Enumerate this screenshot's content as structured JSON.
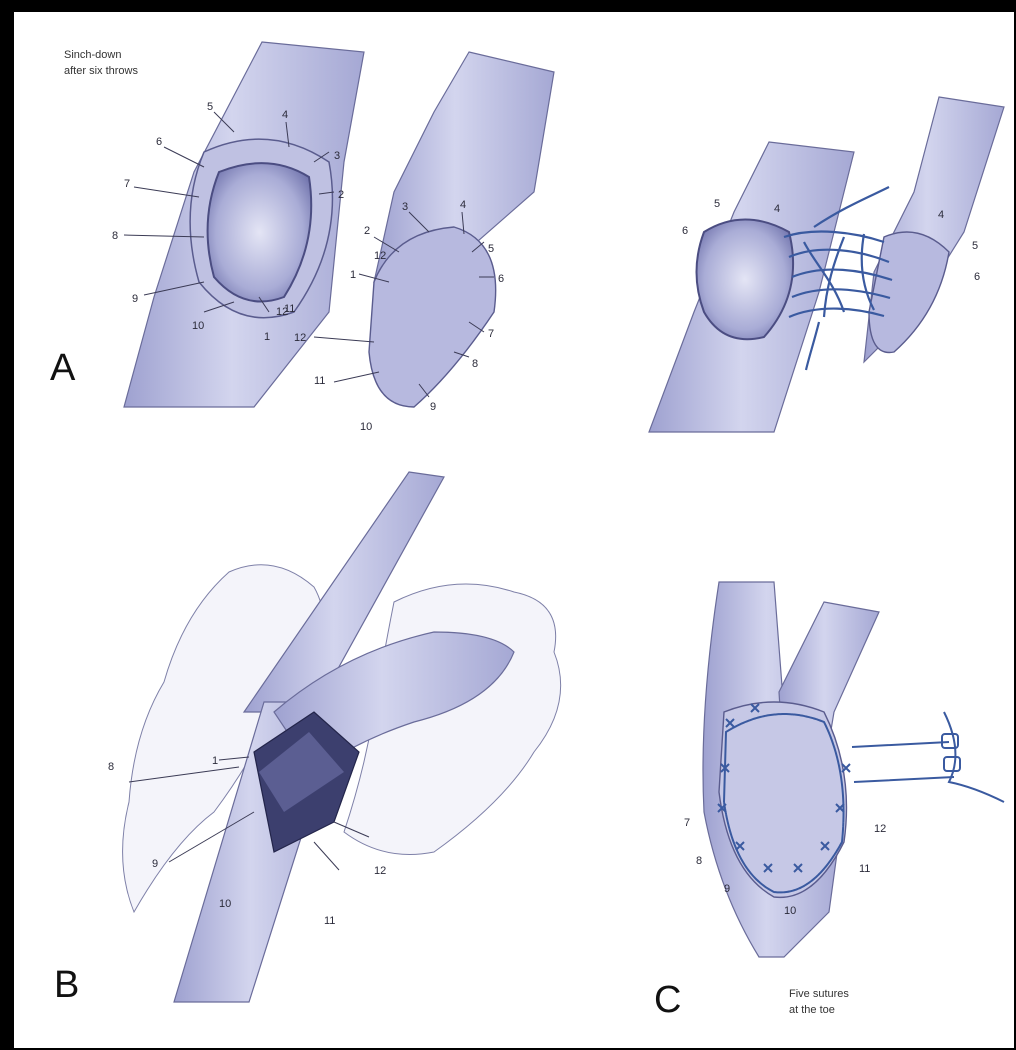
{
  "figure": {
    "caption_top": [
      "Sinch-down",
      "after six throws"
    ],
    "caption_bottom": [
      "Five sutures",
      "at the toe"
    ],
    "panel_letters": {
      "a": "A",
      "b": "B",
      "c": "C"
    },
    "colors": {
      "frame": "#000000",
      "background": "#ffffff",
      "vessel_fill": "#b4b6dc",
      "vessel_dark": "#8c8fc4",
      "vessel_stroke": "#5a5c8e",
      "suture": "#3a5aa0",
      "label_text": "#2b2b3a"
    }
  },
  "panel_a_left": {
    "suture_numbers": [
      "1",
      "2",
      "3",
      "4",
      "5",
      "6",
      "7",
      "8",
      "9",
      "10",
      "11",
      "12"
    ],
    "extra_marks": [
      "1",
      "1",
      "2"
    ]
  },
  "panel_a_right": {
    "suture_numbers": [
      "1",
      "2",
      "3",
      "4",
      "5",
      "6",
      "7",
      "8",
      "9",
      "10",
      "11",
      "12"
    ]
  },
  "panel_a_sewn": {
    "suture_numbers": [
      "4",
      "5",
      "6",
      "4",
      "5",
      "6"
    ]
  },
  "panel_b": {
    "suture_numbers": [
      "8",
      "9",
      "1",
      "10",
      "11",
      "12"
    ]
  },
  "panel_c": {
    "suture_numbers": [
      "7",
      "8",
      "9",
      "10",
      "11",
      "12"
    ]
  },
  "icons": {
    "vessel": "vessel-shape",
    "suture": "suture-line"
  }
}
